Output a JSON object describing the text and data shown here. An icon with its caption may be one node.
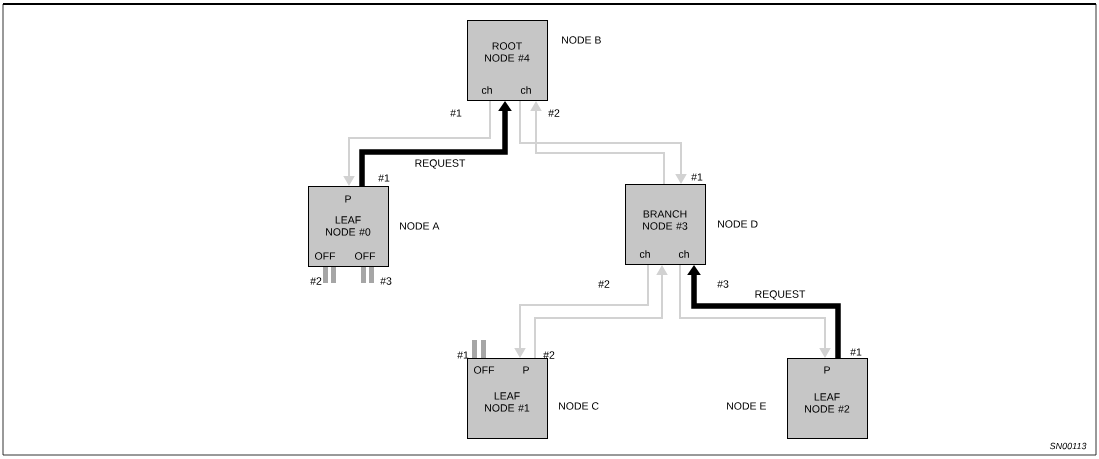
{
  "diagram": {
    "nodes": [
      {
        "text": [
          "ROOT NODE #4",
          "ch",
          "ch"
        ],
        "beside": [
          "NODE B",
          "#1",
          "#2"
        ]
      },
      {
        "text": [
          "P",
          "LEAF NODE #0",
          "OFF",
          "OFF"
        ],
        "beside": [
          "#1",
          "NODE A",
          "#2",
          "#3"
        ]
      },
      {
        "text": [
          "BRANCH NODE #3",
          "ch",
          "ch"
        ],
        "beside": [
          "#1",
          "NODE D",
          "#2",
          "#3"
        ]
      },
      {
        "text": [
          "OFF",
          "P",
          "LEAF NODE #1"
        ],
        "beside": [
          "#1",
          "#2",
          "NODE C"
        ]
      },
      {
        "text": [
          "P",
          "LEAF NODE #2"
        ],
        "beside": [
          "#1",
          "NODE E"
        ]
      }
    ],
    "edges": [
      {
        "from": 0,
        "to": 1,
        "arrow": "to"
      },
      {
        "from": 1,
        "to": 0,
        "arrow": "to",
        "label": "REQUEST",
        "style": "thick",
        "color": "#000000"
      },
      {
        "from": 0,
        "to": 2,
        "arrow": "to"
      },
      {
        "from": 2,
        "to": 0,
        "arrow": "to"
      },
      {
        "from": 2,
        "to": 3,
        "arrow": "to"
      },
      {
        "from": 3,
        "to": 2,
        "arrow": "to"
      },
      {
        "from": 2,
        "to": 4,
        "arrow": "to"
      },
      {
        "from": 4,
        "to": 2,
        "arrow": "to",
        "label": "REQUEST",
        "style": "thick",
        "color": "#000000"
      }
    ],
    "labels": [
      "SN00113"
    ]
  }
}
